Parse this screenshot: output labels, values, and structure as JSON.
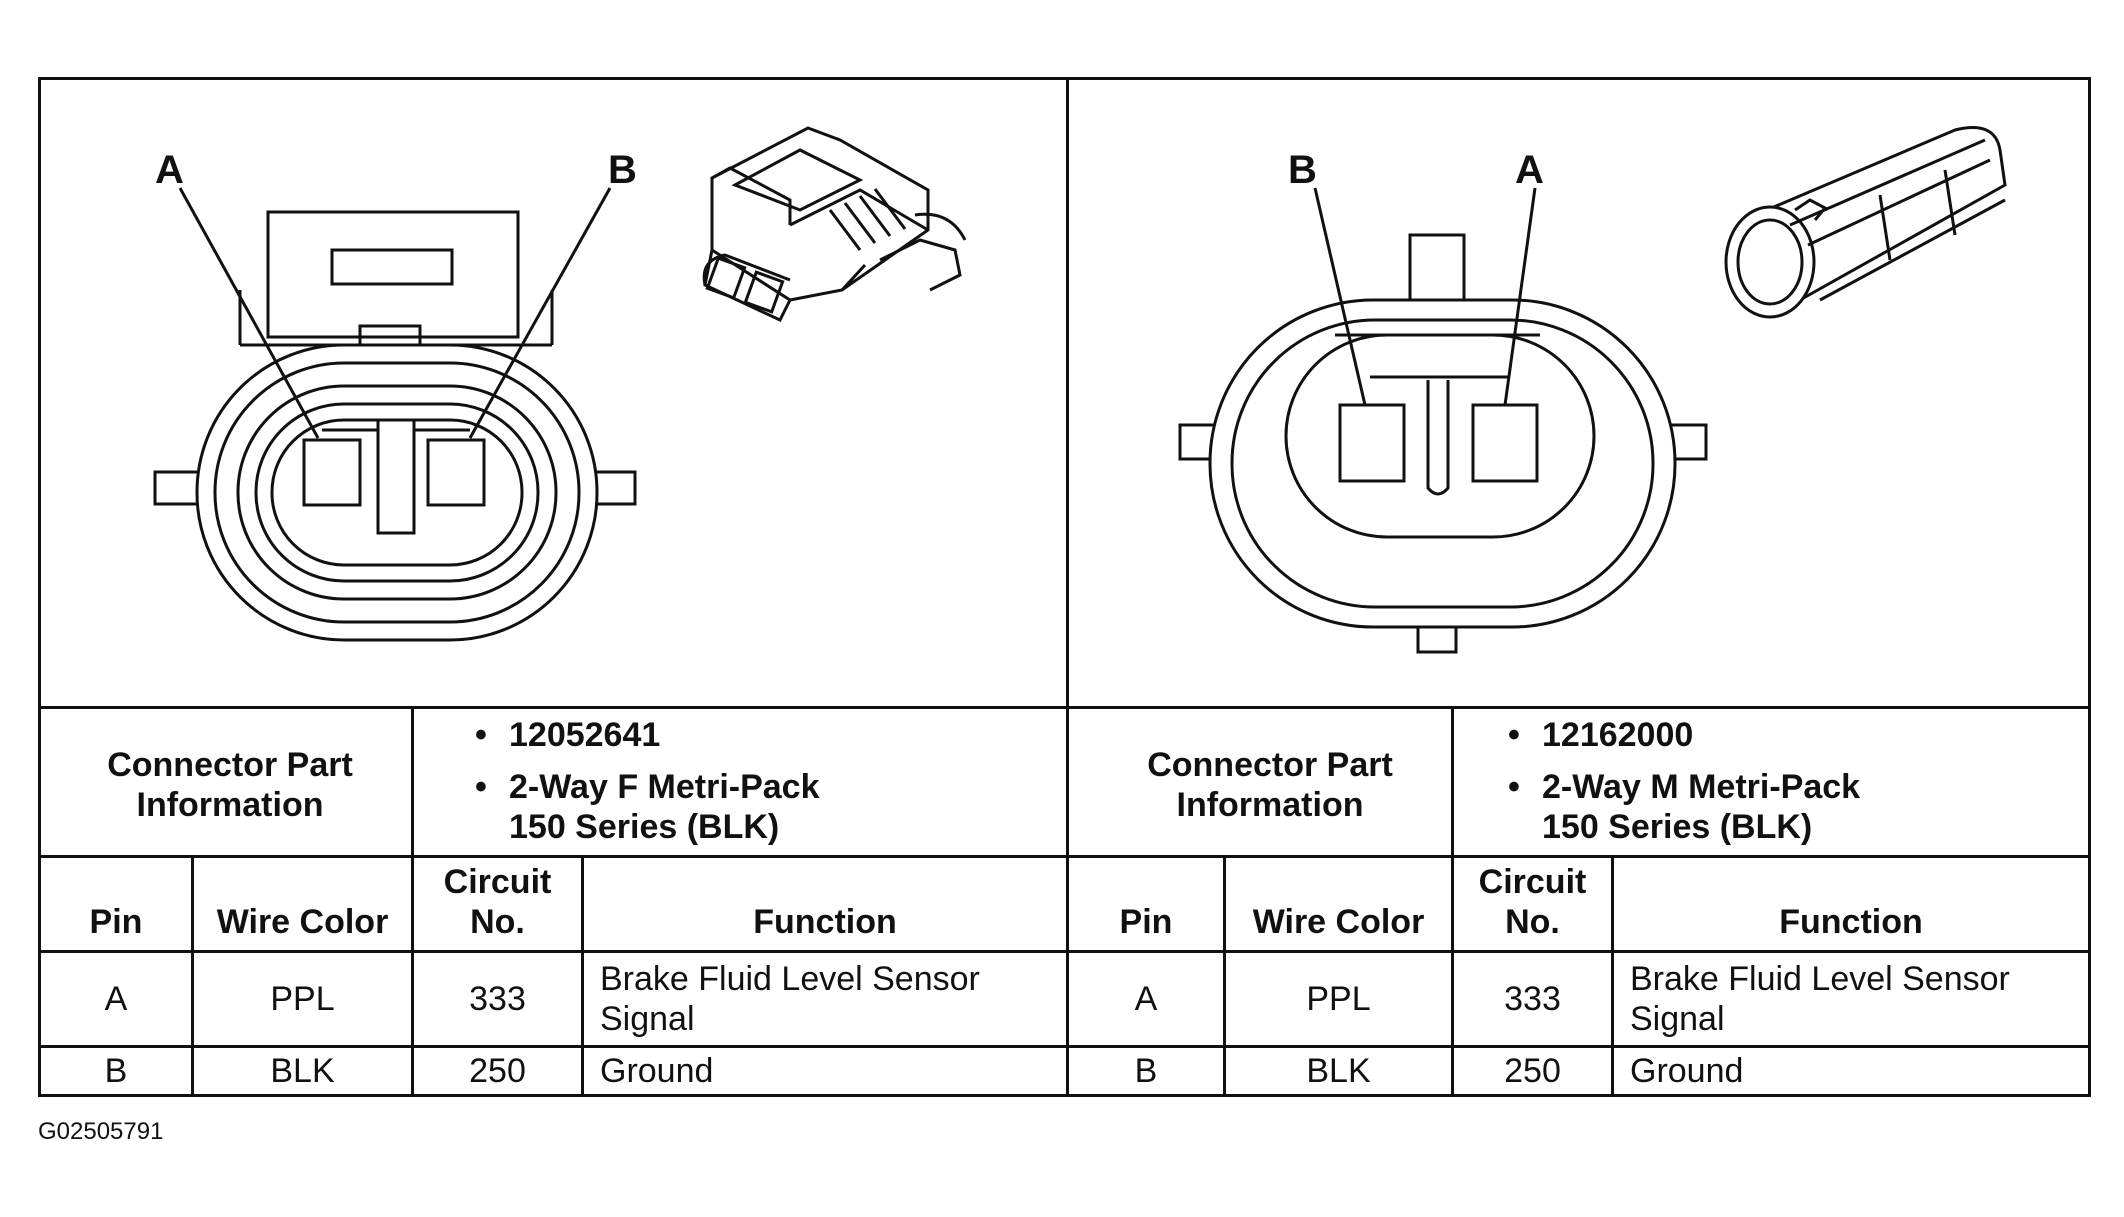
{
  "figure_id": "G02505791",
  "left": {
    "callouts": {
      "a": "A",
      "b": "B"
    },
    "connector_info_label": "Connector Part Information",
    "part_number": "12052641",
    "part_desc_line1": "2-Way F Metri-Pack",
    "part_desc_line2": "150 Series (BLK)",
    "headers": {
      "pin": "Pin",
      "wire_color": "Wire Color",
      "circuit": "Circuit No.",
      "function": "Function"
    },
    "rows": [
      {
        "pin": "A",
        "wire_color": "PPL",
        "circuit": "333",
        "function": "Brake Fluid Level Sensor Signal"
      },
      {
        "pin": "B",
        "wire_color": "BLK",
        "circuit": "250",
        "function": "Ground"
      }
    ]
  },
  "right": {
    "callouts": {
      "a": "A",
      "b": "B"
    },
    "connector_info_label": "Connector Part Information",
    "part_number": "12162000",
    "part_desc_line1": "2-Way M Metri-Pack",
    "part_desc_line2": "150 Series (BLK)",
    "headers": {
      "pin": "Pin",
      "wire_color": "Wire Color",
      "circuit": "Circuit No.",
      "function": "Function"
    },
    "rows": [
      {
        "pin": "A",
        "wire_color": "PPL",
        "circuit": "333",
        "function": "Brake Fluid Level Sensor Signal"
      },
      {
        "pin": "B",
        "wire_color": "BLK",
        "circuit": "250",
        "function": "Ground"
      }
    ]
  }
}
